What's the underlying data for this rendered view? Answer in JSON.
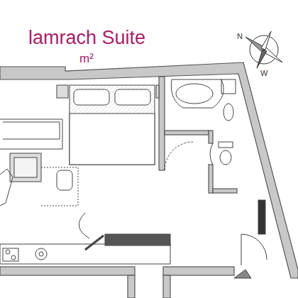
{
  "diagram": {
    "title": "lamrach Suite",
    "labels": [
      "m²",
      "N",
      "W"
    ]
  }
}
